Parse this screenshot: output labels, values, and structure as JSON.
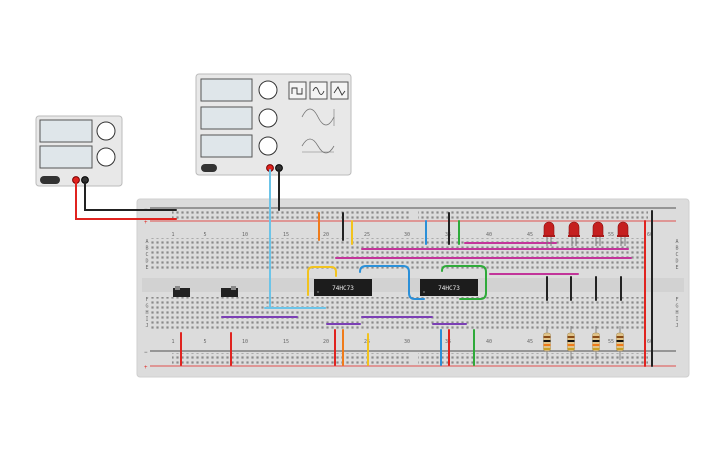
{
  "power_supply": {
    "brand": "",
    "led_label": ""
  },
  "function_generator": {
    "brand": ""
  },
  "breadboard": {
    "column_numbers": [
      "1",
      "5",
      "10",
      "15",
      "20",
      "25",
      "30",
      "35",
      "40",
      "45",
      "50",
      "55",
      "60"
    ],
    "row_letters_top": [
      "A",
      "B",
      "C",
      "D",
      "E"
    ],
    "row_letters_bottom": [
      "F",
      "G",
      "H",
      "I",
      "J"
    ]
  },
  "chips": [
    {
      "label": "74HC73"
    },
    {
      "label": "74HC73"
    }
  ],
  "colors": {
    "board": "#dcdcdc",
    "wire_red": "#e0231f",
    "wire_black": "#222222",
    "wire_blue": "#2a8fd8",
    "wire_cyan": "#6cc4e8",
    "wire_magenta": "#c2359a",
    "wire_purple": "#7b3fb5",
    "wire_green": "#2faa3a",
    "wire_yellow": "#f2c31d",
    "wire_orange": "#ef7b1a",
    "led_red": "#c51f1f"
  }
}
